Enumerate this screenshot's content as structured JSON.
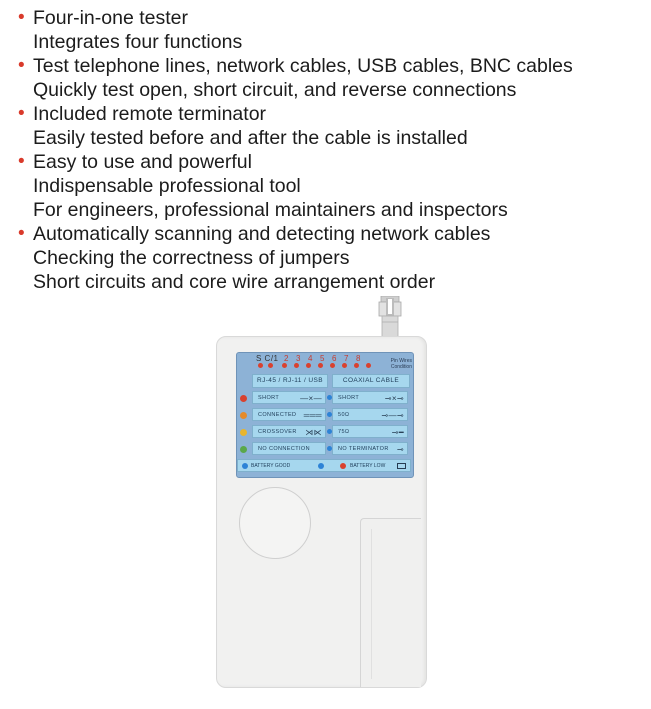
{
  "features": [
    {
      "lines": [
        "Four-in-one tester",
        "Integrates four functions"
      ]
    },
    {
      "lines": [
        "Test telephone lines, network cables, USB cables, BNC cables",
        "Quickly test open, short circuit, and reverse connections"
      ]
    },
    {
      "lines": [
        "Included remote terminator",
        "Easily tested before and after the cable is installed"
      ]
    },
    {
      "lines": [
        "Easy to use and powerful",
        "Indispensable professional tool",
        "For engineers, professional maintainers and inspectors"
      ]
    },
    {
      "lines": [
        "Automatically scanning and detecting network cables",
        "Checking the correctness of jumpers",
        "Short circuits and core wire arrangement order"
      ]
    }
  ],
  "bullet": "•",
  "device": {
    "sc_label": "S C/1",
    "pins": [
      "2",
      "3",
      "4",
      "5",
      "6",
      "7",
      "8"
    ],
    "pin_label": "Pin Wires Condition",
    "left_header": "RJ-45 / RJ-11 / USB",
    "right_header": "COAXIAL CABLE",
    "left_rows": [
      "SHORT",
      "CONNECTED",
      "CROSSOVER",
      "NO CONNECTION"
    ],
    "right_rows": [
      "SHORT",
      "50Ω",
      "75Ω",
      "NO TERMINATOR"
    ],
    "battery_good": "BATTERY GOOD",
    "battery_low": "BATTERY LOW",
    "colors": {
      "panel": "#8db2d6",
      "display": "#a6d7ee",
      "bullet": "#d93a2b",
      "led_red": "#d9412f",
      "led_orange": "#e58a2a",
      "led_yellow": "#e8b52e",
      "led_green": "#5aa84a",
      "led_blue": "#2d83d6"
    }
  }
}
